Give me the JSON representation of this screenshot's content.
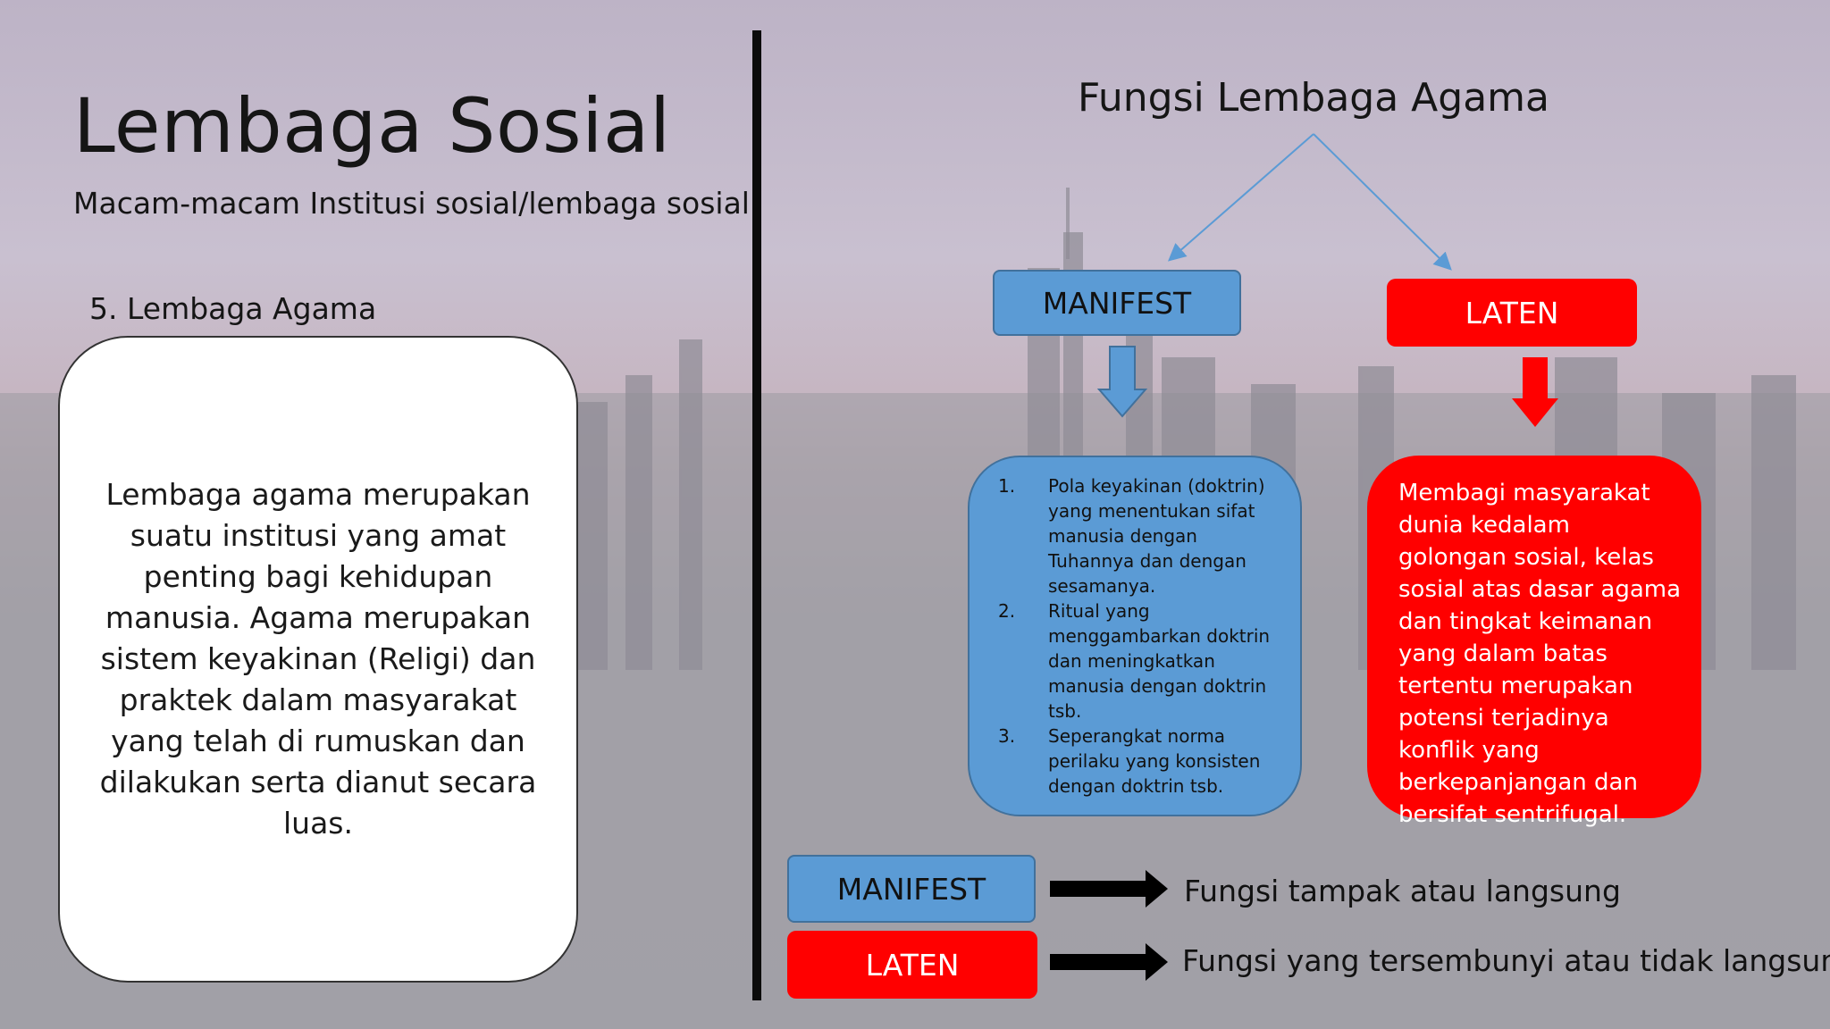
{
  "slide": {
    "title": "Lembaga Sosial",
    "subtitle": "Macam-macam Institusi sosial/lembaga sosial",
    "section": "5. Lembaga Agama",
    "description": "Lembaga agama merupakan suatu institusi yang amat penting bagi kehidupan manusia. Agama merupakan sistem keyakinan (Religi) dan praktek dalam masyarakat yang telah di rumuskan dan dilakukan serta dianut secara luas."
  },
  "diagram": {
    "title": "Fungsi Lembaga Agama",
    "manifest": {
      "label": "MANIFEST",
      "items": [
        {
          "num": "1.",
          "text": "Pola keyakinan (doktrin) yang menentukan sifat manusia dengan Tuhannya dan dengan sesamanya."
        },
        {
          "num": "2.",
          "text": "Ritual yang menggambarkan doktrin dan meningkatkan manusia dengan doktrin tsb."
        },
        {
          "num": "3.",
          "text": "Seperangkat norma perilaku yang konsisten dengan doktrin tsb."
        }
      ]
    },
    "laten": {
      "label": "LATEN",
      "text": "Membagi masyarakat dunia kedalam golongan sosial, kelas sosial atas dasar agama dan tingkat keimanan yang dalam batas tertentu merupakan potensi terjadinya konflik yang berkepanjangan dan bersifat sentrifugal."
    }
  },
  "legend": {
    "manifest_label": "MANIFEST",
    "manifest_desc": "Fungsi tampak atau langsung",
    "laten_label": "LATEN",
    "laten_desc": "Fungsi yang tersembunyi atau tidak langsung"
  },
  "colors": {
    "manifest_fill": "#5b9bd5",
    "manifest_border": "#41719c",
    "laten_fill": "#ff0000",
    "connector": "#5b9bd5",
    "legend_arrow": "#000000"
  }
}
